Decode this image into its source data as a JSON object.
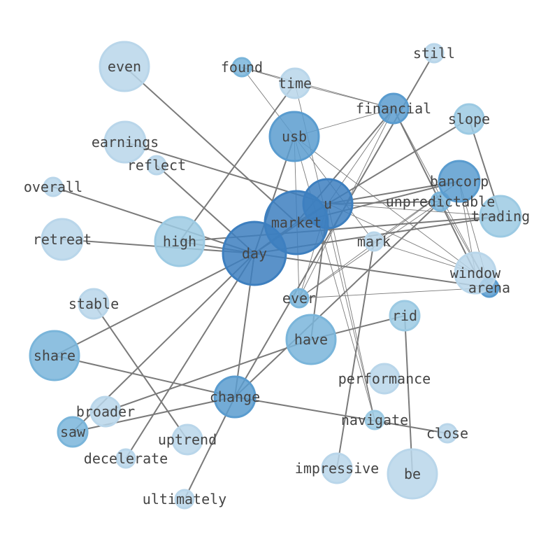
{
  "graph": {
    "nodes": [
      {
        "id": "day",
        "label": "day",
        "size": 5,
        "shade": 5
      },
      {
        "id": "market",
        "label": "market",
        "size": 5,
        "shade": 5
      },
      {
        "id": "u",
        "label": "u",
        "size": 4,
        "shade": 5
      },
      {
        "id": "usb",
        "label": "usb",
        "size": 4,
        "shade": 4
      },
      {
        "id": "high",
        "label": "high",
        "size": 4,
        "shade": 2
      },
      {
        "id": "bancorp",
        "label": "bancorp",
        "size": 3,
        "shade": 4
      },
      {
        "id": "have",
        "label": "have",
        "size": 4,
        "shade": 3
      },
      {
        "id": "change",
        "label": "change",
        "size": 3,
        "shade": 4
      },
      {
        "id": "share",
        "label": "share",
        "size": 4,
        "shade": 3
      },
      {
        "id": "even",
        "label": "even",
        "size": 4,
        "shade": 1
      },
      {
        "id": "be",
        "label": "be",
        "size": 4,
        "shade": 1
      },
      {
        "id": "trading",
        "label": "trading",
        "size": 3,
        "shade": 2
      },
      {
        "id": "financial",
        "label": "financial",
        "size": 2,
        "shade": 4
      },
      {
        "id": "window",
        "label": "window",
        "size": 3,
        "shade": 1
      },
      {
        "id": "retreat",
        "label": "retreat",
        "size": 3,
        "shade": 1
      },
      {
        "id": "earnings",
        "label": "earnings",
        "size": 3,
        "shade": 1
      },
      {
        "id": "performance",
        "label": "performance",
        "size": 2,
        "shade": 1
      },
      {
        "id": "rid",
        "label": "rid",
        "size": 2,
        "shade": 2
      },
      {
        "id": "saw",
        "label": "saw",
        "size": 2,
        "shade": 3
      },
      {
        "id": "slope",
        "label": "slope",
        "size": 2,
        "shade": 2
      },
      {
        "id": "uptrend",
        "label": "uptrend",
        "size": 2,
        "shade": 1
      },
      {
        "id": "broader",
        "label": "broader",
        "size": 2,
        "shade": 1
      },
      {
        "id": "time",
        "label": "time",
        "size": 2,
        "shade": 1
      },
      {
        "id": "stable",
        "label": "stable",
        "size": 2,
        "shade": 1
      },
      {
        "id": "impressive",
        "label": "impressive",
        "size": 2,
        "shade": 1
      },
      {
        "id": "mark",
        "label": "mark",
        "size": 1,
        "shade": 1
      },
      {
        "id": "ever",
        "label": "ever",
        "size": 1,
        "shade": 3
      },
      {
        "id": "arena",
        "label": "arena",
        "size": 1,
        "shade": 4
      },
      {
        "id": "found",
        "label": "found",
        "size": 1,
        "shade": 3
      },
      {
        "id": "unpredictable",
        "label": "unpredictable",
        "size": 1,
        "shade": 3
      },
      {
        "id": "navigate",
        "label": "navigate",
        "size": 1,
        "shade": 2
      },
      {
        "id": "close",
        "label": "close",
        "size": 1,
        "shade": 1
      },
      {
        "id": "still",
        "label": "still",
        "size": 1,
        "shade": 1
      },
      {
        "id": "overall",
        "label": "overall",
        "size": 1,
        "shade": 1
      },
      {
        "id": "reflect",
        "label": "reflect",
        "size": 1,
        "shade": 1
      },
      {
        "id": "decelerate",
        "label": "decelerate",
        "size": 1,
        "shade": 1
      },
      {
        "id": "ultimately",
        "label": "ultimately",
        "size": 1,
        "shade": 1
      }
    ],
    "edges": [
      {
        "source": "day",
        "target": "market",
        "weight": "heavy"
      },
      {
        "source": "day",
        "target": "high",
        "weight": "heavy"
      },
      {
        "source": "day",
        "target": "share",
        "weight": "heavy"
      },
      {
        "source": "day",
        "target": "retreat",
        "weight": "heavy"
      },
      {
        "source": "day",
        "target": "overall",
        "weight": "heavy"
      },
      {
        "source": "day",
        "target": "reflect",
        "weight": "heavy"
      },
      {
        "source": "day",
        "target": "saw",
        "weight": "heavy"
      },
      {
        "source": "day",
        "target": "decelerate",
        "weight": "heavy"
      },
      {
        "source": "day",
        "target": "change",
        "weight": "heavy"
      },
      {
        "source": "day",
        "target": "usb",
        "weight": "heavy"
      },
      {
        "source": "day",
        "target": "arena",
        "weight": "heavy"
      },
      {
        "source": "day",
        "target": "trading",
        "weight": "heavy"
      },
      {
        "source": "day",
        "target": "u",
        "weight": "heavy"
      },
      {
        "source": "market",
        "target": "even",
        "weight": "heavy"
      },
      {
        "source": "market",
        "target": "financial",
        "weight": "heavy"
      },
      {
        "source": "market",
        "target": "slope",
        "weight": "heavy"
      },
      {
        "source": "market",
        "target": "bancorp",
        "weight": "heavy"
      },
      {
        "source": "market",
        "target": "u",
        "weight": "heavy"
      },
      {
        "source": "u",
        "target": "earnings",
        "weight": "heavy"
      },
      {
        "source": "u",
        "target": "bancorp",
        "weight": "heavy"
      },
      {
        "source": "u",
        "target": "have",
        "weight": "heavy"
      },
      {
        "source": "u",
        "target": "unpredictable",
        "weight": "heavy"
      },
      {
        "source": "high",
        "target": "time",
        "weight": "heavy"
      },
      {
        "source": "high",
        "target": "trading",
        "weight": "heavy"
      },
      {
        "source": "change",
        "target": "still",
        "weight": "heavy"
      },
      {
        "source": "change",
        "target": "share",
        "weight": "heavy"
      },
      {
        "source": "change",
        "target": "saw",
        "weight": "heavy"
      },
      {
        "source": "change",
        "target": "close",
        "weight": "heavy"
      },
      {
        "source": "change",
        "target": "ultimately",
        "weight": "heavy"
      },
      {
        "source": "change",
        "target": "unpredictable",
        "weight": "heavy"
      },
      {
        "source": "have",
        "target": "rid",
        "weight": "heavy"
      },
      {
        "source": "have",
        "target": "broader",
        "weight": "heavy"
      },
      {
        "source": "rid",
        "target": "be",
        "weight": "heavy"
      },
      {
        "source": "stable",
        "target": "uptrend",
        "weight": "heavy"
      },
      {
        "source": "slope",
        "target": "trading",
        "weight": "heavy"
      },
      {
        "source": "financial",
        "target": "window",
        "weight": "heavy"
      },
      {
        "source": "mark",
        "target": "impressive",
        "weight": "heavy"
      },
      {
        "source": "usb",
        "target": "financial",
        "weight": "light"
      },
      {
        "source": "usb",
        "target": "ever",
        "weight": "light"
      },
      {
        "source": "usb",
        "target": "navigate",
        "weight": "light"
      },
      {
        "source": "usb",
        "target": "window",
        "weight": "light"
      },
      {
        "source": "found",
        "target": "financial",
        "weight": "light"
      },
      {
        "source": "found",
        "target": "mark",
        "weight": "light"
      },
      {
        "source": "found",
        "target": "time",
        "weight": "light"
      },
      {
        "source": "time",
        "target": "financial",
        "weight": "light"
      },
      {
        "source": "time",
        "target": "navigate",
        "weight": "light"
      },
      {
        "source": "financial",
        "target": "arena",
        "weight": "light"
      },
      {
        "source": "financial",
        "target": "ever",
        "weight": "light"
      },
      {
        "source": "financial",
        "target": "u",
        "weight": "light"
      },
      {
        "source": "u",
        "target": "window",
        "weight": "light"
      },
      {
        "source": "u",
        "target": "ever",
        "weight": "light"
      },
      {
        "source": "u",
        "target": "navigate",
        "weight": "light"
      },
      {
        "source": "u",
        "target": "trading",
        "weight": "light"
      },
      {
        "source": "bancorp",
        "target": "window",
        "weight": "light"
      },
      {
        "source": "bancorp",
        "target": "arena",
        "weight": "light"
      },
      {
        "source": "bancorp",
        "target": "ever",
        "weight": "light"
      },
      {
        "source": "bancorp",
        "target": "mark",
        "weight": "light"
      },
      {
        "source": "unpredictable",
        "target": "arena",
        "weight": "light"
      },
      {
        "source": "ever",
        "target": "arena",
        "weight": "light"
      },
      {
        "source": "ever",
        "target": "unpredictable",
        "weight": "light"
      },
      {
        "source": "mark",
        "target": "window",
        "weight": "light"
      }
    ]
  },
  "colors": {
    "background": "#ffffff",
    "edge": "#7a7a7a",
    "label": "#444444",
    "shades": [
      "#b9d6ea",
      "#9ccae3",
      "#7ab5da",
      "#5a9ccf",
      "#3d7fbf"
    ]
  }
}
